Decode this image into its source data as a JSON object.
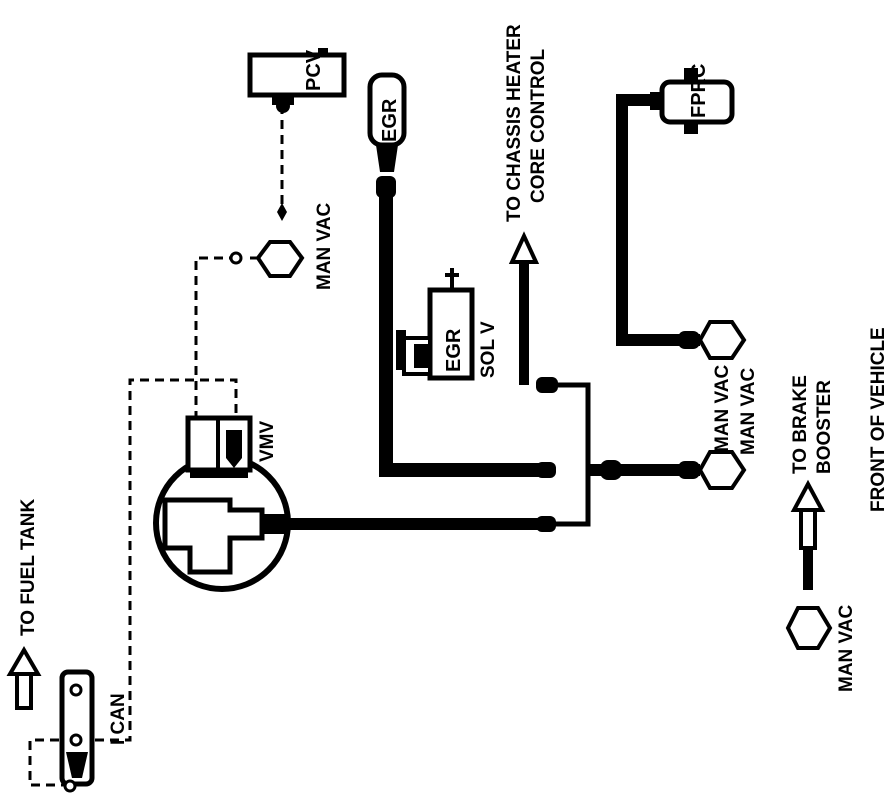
{
  "labels": {
    "to_fuel_tank": "TO FUEL TANK",
    "i_can": "I CAN",
    "vmv": "VMV",
    "pcv": "PCV",
    "man_vac_top": "MAN VAC",
    "egr": "EGR",
    "egr_sol_v_egr": "EGR",
    "egr_sol_v_sol": "SOL V",
    "to_chassis_heater": "TO CHASSIS HEATER",
    "core_control": "CORE CONTROL",
    "fprc": "FPRC",
    "man_vac_fprc": "MAN VAC",
    "man_vac_mid": "MAN VAC",
    "to_brake": "TO BRAKE",
    "booster": "BOOSTER",
    "man_vac_bottom": "MAN VAC",
    "front_of_vehicle": "FRONT OF VEHICLE"
  }
}
